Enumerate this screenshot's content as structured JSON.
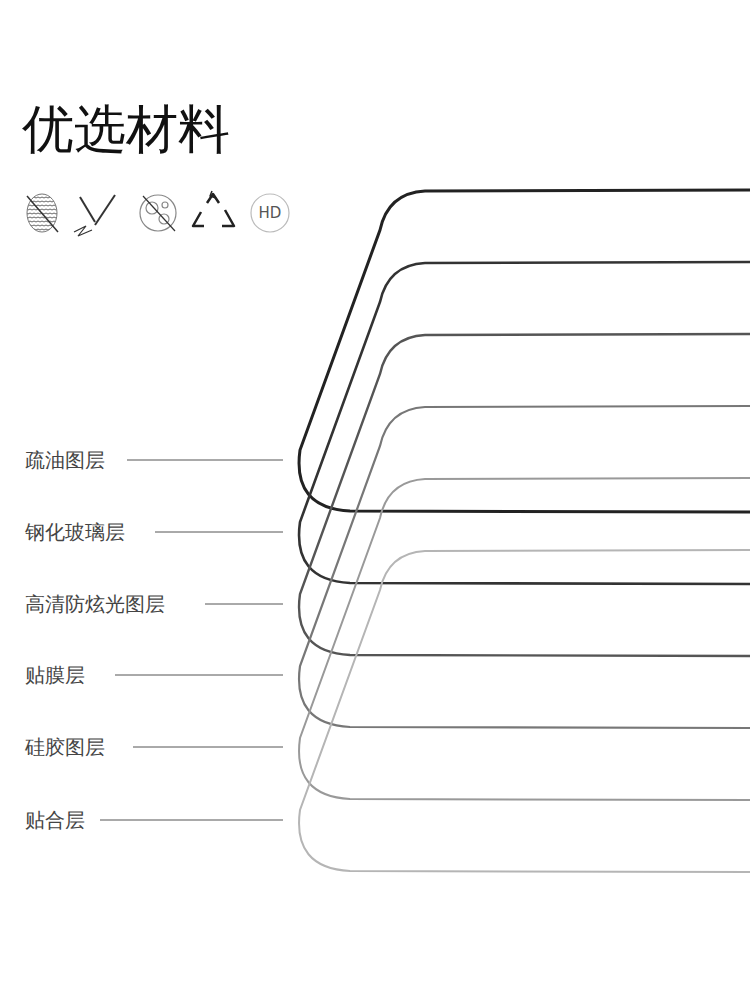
{
  "diagram": {
    "title": "优选材料",
    "labels": [
      "HD",
      "疏油图层",
      "钢化玻璃层",
      "高清防炫光图层",
      "贴膜层",
      "硅胶图层",
      "贴合层"
    ]
  }
}
